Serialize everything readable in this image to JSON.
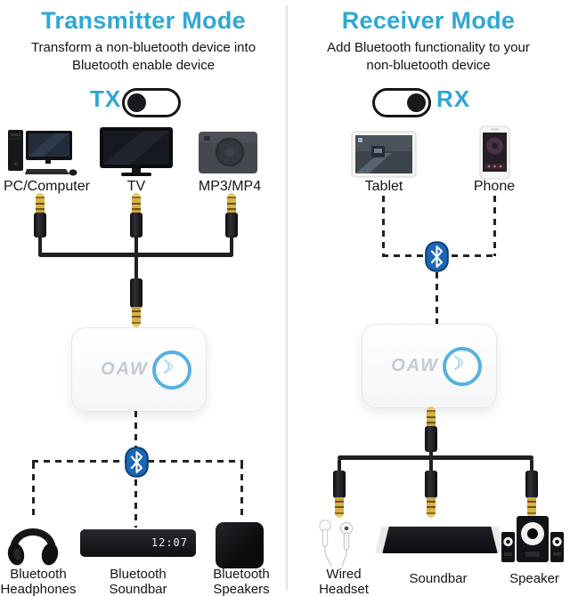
{
  "colors": {
    "accent_cyan": "#2fa7d6",
    "bluetooth_blue": "#1a67b6",
    "jack_gold": "#d7b24a",
    "cable_black": "#202023"
  },
  "device": {
    "logo": "OAW"
  },
  "left": {
    "title": "Transmitter Mode",
    "subtitle1": "Transform a non-bluetooth device into",
    "subtitle2": "Bluetooth enable device",
    "toggle_label": "TX",
    "toggle_state": "off",
    "sources": [
      {
        "label": "PC/Computer",
        "icon": "desktop-computer-icon"
      },
      {
        "label": "TV",
        "icon": "tv-icon"
      },
      {
        "label": "MP3/MP4",
        "icon": "mp3-player-icon"
      }
    ],
    "link_icon": "bluetooth-icon",
    "soundbar_display": "12:07",
    "sinks": [
      {
        "label": "Bluetooth Headphones",
        "icon": "headphones-icon"
      },
      {
        "label": "Bluetooth Soundbar",
        "icon": "soundbar-icon"
      },
      {
        "label": "Bluetooth Speakers",
        "icon": "speaker-cube-icon"
      }
    ]
  },
  "right": {
    "title": "Receiver Mode",
    "subtitle1": "Add Bluetooth functionality to your",
    "subtitle2": "non-bluetooth device",
    "toggle_label": "RX",
    "toggle_state": "on",
    "sources": [
      {
        "label": "Tablet",
        "icon": "tablet-icon"
      },
      {
        "label": "Phone",
        "icon": "phone-icon"
      }
    ],
    "link_icon": "bluetooth-icon",
    "sinks": [
      {
        "label": "Wired Headset",
        "icon": "earbuds-icon"
      },
      {
        "label": "Soundbar",
        "icon": "soundbar-icon"
      },
      {
        "label": "Speaker",
        "icon": "speakers-2-1-icon"
      }
    ]
  }
}
